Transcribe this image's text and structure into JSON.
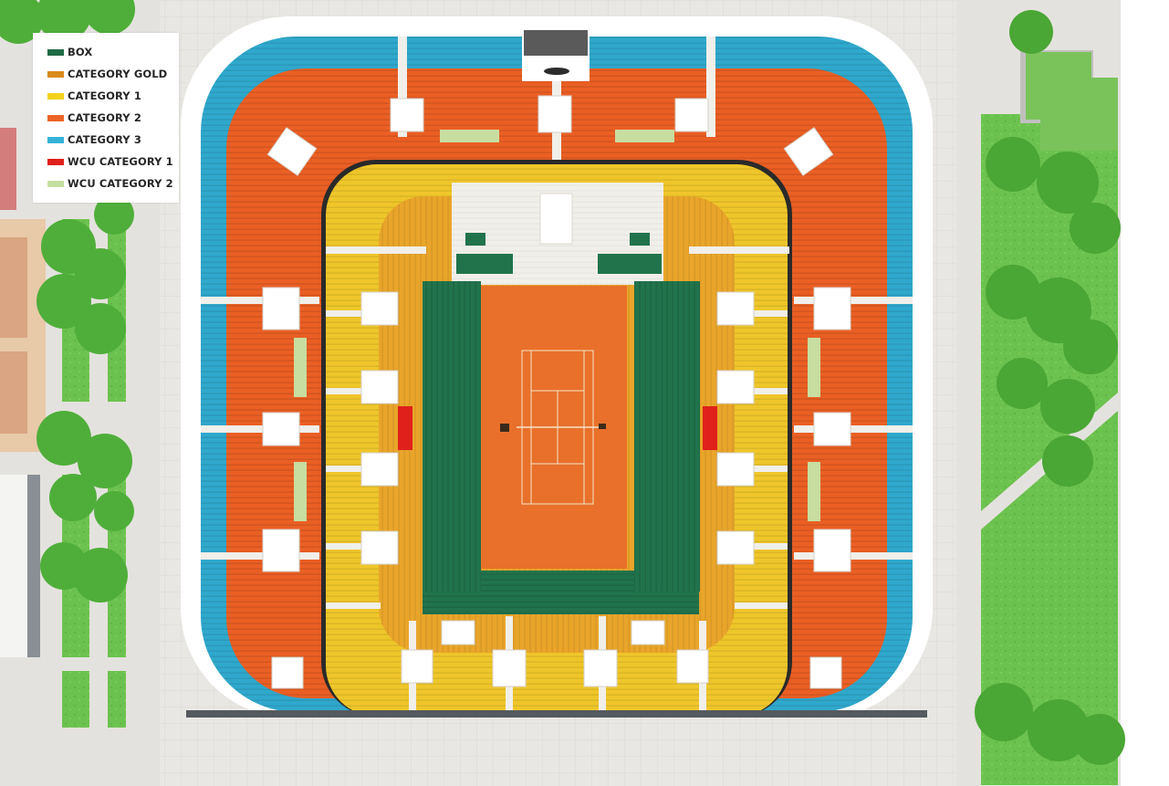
{
  "legend": {
    "items": [
      {
        "label": "BOX",
        "color": "#1f6b45"
      },
      {
        "label": "CATEGORY GOLD",
        "color": "#d98a1c"
      },
      {
        "label": "CATEGORY 1",
        "color": "#f2d21f"
      },
      {
        "label": "CATEGORY 2",
        "color": "#ec6426"
      },
      {
        "label": "CATEGORY 3",
        "color": "#35b3d6"
      },
      {
        "label": "WCU CATEGORY 1",
        "color": "#e0201b"
      },
      {
        "label": "WCU CATEGORY 2",
        "color": "#c8dda0"
      }
    ]
  },
  "colors": {
    "court_clay": "#e8702a",
    "court_lines": "#f6e3c8",
    "seat_outer": "#ea5f24",
    "seat_gold": "#e9a52a",
    "seat_yellow": "#efc62a",
    "seat_blue": "#2fa8cc",
    "seat_box": "#21734c",
    "stair_white": "#f1efea",
    "tree_green": "#4fae3a",
    "grass": "#6cc24f",
    "plaza": "#e8e6e2"
  }
}
